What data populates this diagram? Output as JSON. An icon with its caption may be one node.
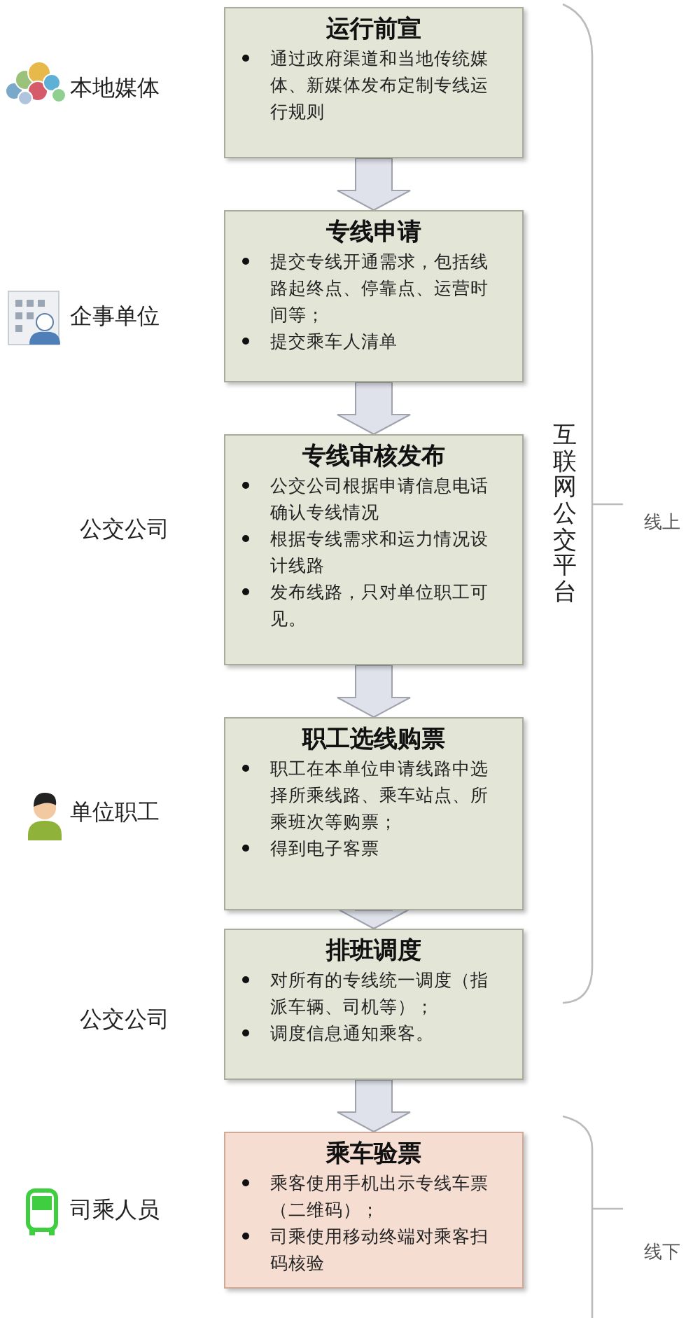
{
  "diagram": {
    "nodes": [
      {
        "text": [
          "运行前宣",
          "通过政府渠道和当地传统媒体、新媒体发布定制专线运行规则"
        ],
        "beside": [
          "本地媒体"
        ]
      },
      {
        "text": [
          "专线申请",
          "提交专线开通需求，包括线路起终点、停靠点、运营时间等；",
          "提交乘车人清单"
        ],
        "beside": [
          "企事单位"
        ]
      },
      {
        "text": [
          "专线审核发布",
          "公交公司根据申请信息电话确认专线情况",
          "根据专线需求和运力情况设计线路",
          "发布线路，只对单位职工可见。"
        ],
        "beside": [
          "公交公司"
        ]
      },
      {
        "text": [
          "职工选线购票",
          "职工在本单位申请线路中选择所乘线路、乘车站点、所乘班次等购票；",
          "得到电子客票"
        ],
        "beside": [
          "单位职工"
        ]
      },
      {
        "text": [
          "排班调度",
          "对所有的专线统一调度（指派车辆、司机等）；",
          "调度信息通知乘客。"
        ],
        "beside": [
          "公交公司"
        ]
      },
      {
        "text": [
          "乘车验票",
          "乘客使用手机出示专线车票（二维码）；",
          "司乘使用移动终端对乘客扫码核验"
        ],
        "beside": [
          "司乘人员"
        ]
      }
    ],
    "edges": [
      {
        "from": 0,
        "to": 1,
        "arrow": "to"
      },
      {
        "from": 1,
        "to": 2,
        "arrow": "to"
      },
      {
        "from": 2,
        "to": 3,
        "arrow": "to"
      },
      {
        "from": 3,
        "to": 4,
        "arrow": "to"
      },
      {
        "from": 4,
        "to": 5,
        "arrow": "to"
      }
    ],
    "labels": [
      "互联网公交平台",
      "线上",
      "线下"
    ]
  }
}
